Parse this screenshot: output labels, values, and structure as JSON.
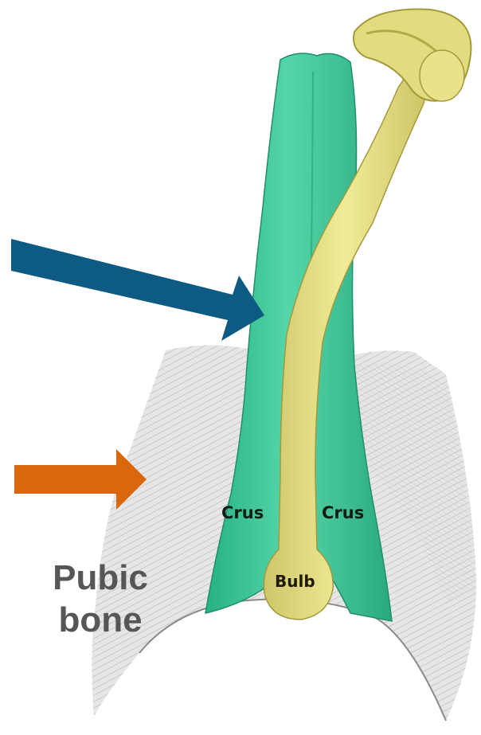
{
  "labels": {
    "crus_left": "Crus",
    "crus_right": "Crus",
    "bulb": "Bulb",
    "pubic_line1": "Pubic",
    "pubic_line2": "bone"
  },
  "colors": {
    "corpus_cavernosum": "#3ec99a",
    "corpus_spongiosum": "#e8e184",
    "blue_arrow": "#0d5a82",
    "orange_arrow": "#d8670e",
    "bone": "#d8d8d8",
    "label_gray": "#565656"
  },
  "icons": {
    "blue_arrow": "arrow-right-down",
    "orange_arrow": "arrow-right"
  }
}
